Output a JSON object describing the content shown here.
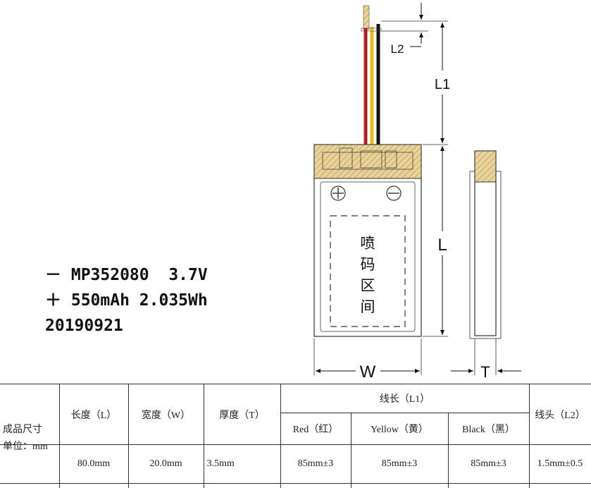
{
  "diagram": {
    "dim_labels": {
      "l2": "L2",
      "l1": "L1",
      "l": "L",
      "w": "W",
      "t": "T"
    },
    "print_area_chars": [
      "喷",
      "码",
      "区",
      "间"
    ],
    "label": {
      "line1": "－ MP352080  3.7V",
      "line2": "＋ 550mAh 2.035Wh",
      "line3": "20190921"
    },
    "wire_colors": {
      "red": "#cc1f1f",
      "yellow": "#e8c21a",
      "black": "#111111"
    },
    "hatch_color": "#d4b36a"
  },
  "table": {
    "row_header_line1": "成品尺寸",
    "row_header_line2": "单位：mm",
    "length_header": "长度（L）",
    "width_header": "宽度（W）",
    "thickness_header": "厚度（T）",
    "wire_length_header": "线长（L1）",
    "red_header": "Red（红）",
    "yellow_header": "Yellow（黄）",
    "black_header": "Black（黑）",
    "wire_head_header": "线头（L2）",
    "length_value": "80.0mm",
    "width_value": "20.0mm",
    "thickness_value": "3.5mm",
    "red_value": "85mm±3",
    "yellow_value": "85mm±3",
    "black_value": "85mm±3",
    "wire_head_value": "1.5mm±0.5"
  }
}
